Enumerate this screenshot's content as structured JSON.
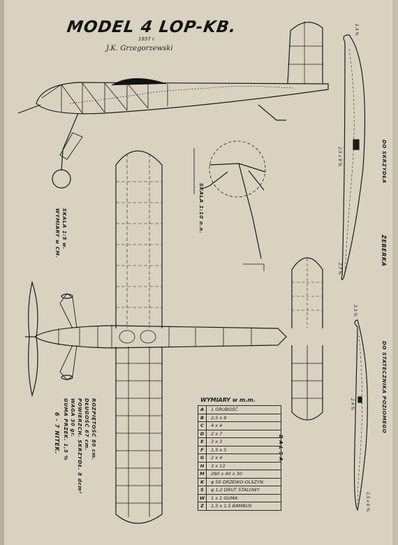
{
  "title": "MODEL 4 LOP-KB.",
  "year": "1937 r.",
  "signature": "J.K. Grzegorzewski",
  "side_notes": {
    "scale": "SKALA 1:5 w.",
    "dimensions_unit": "WYMIARY w CM.",
    "scale_prop": "SKALA 1:10 n.n."
  },
  "right_labels": {
    "rib_wing": "DO SKRZYDŁA",
    "ribs": "ŻEBERKA",
    "rib_stabilizer": "DO STATECZNIKA POZIOMEGO"
  },
  "rib_dims": [
    "1.4 %",
    "2.5 x 8 %",
    "2.7 %",
    "3.3 %",
    "2.4 %",
    "1.5 x 6 %"
  ],
  "specs": [
    "ROZPIĘTOŚĆ 80 cm.",
    "DŁUGOŚĆ 67 cm.",
    "POWIERZCH. SKRZYDŁ. 8 dcm²",
    "WAGA 30 gr.",
    "GUMA PRZEK. 1,5 %",
    "6 - 7 NITEK."
  ],
  "dimensions_table": {
    "header": "WYMIARY w m.m.",
    "group_label": "BALSA",
    "rows": [
      {
        "code": "A",
        "value": "1 GRUBOŚĆ"
      },
      {
        "code": "B",
        "value": "2,5 x 8"
      },
      {
        "code": "C",
        "value": "4 x 4"
      },
      {
        "code": "D",
        "value": "2 x 7"
      },
      {
        "code": "E",
        "value": "3 x 3"
      },
      {
        "code": "F",
        "value": "1,5 x 5"
      },
      {
        "code": "G",
        "value": "2 x 4"
      },
      {
        "code": "H",
        "value": "3 x 13"
      },
      {
        "code": "M",
        "value": "260 x 40 x 30"
      },
      {
        "code": "K",
        "value": "φ 50 DRZEWO-OLSZYN."
      },
      {
        "code": "S",
        "value": "φ 1,2 DRUT STALOWY"
      },
      {
        "code": "W",
        "value": "1 x 1 GUMA"
      },
      {
        "code": "Z",
        "value": "1,5 x 1,5 BAMBUS"
      }
    ]
  }
}
